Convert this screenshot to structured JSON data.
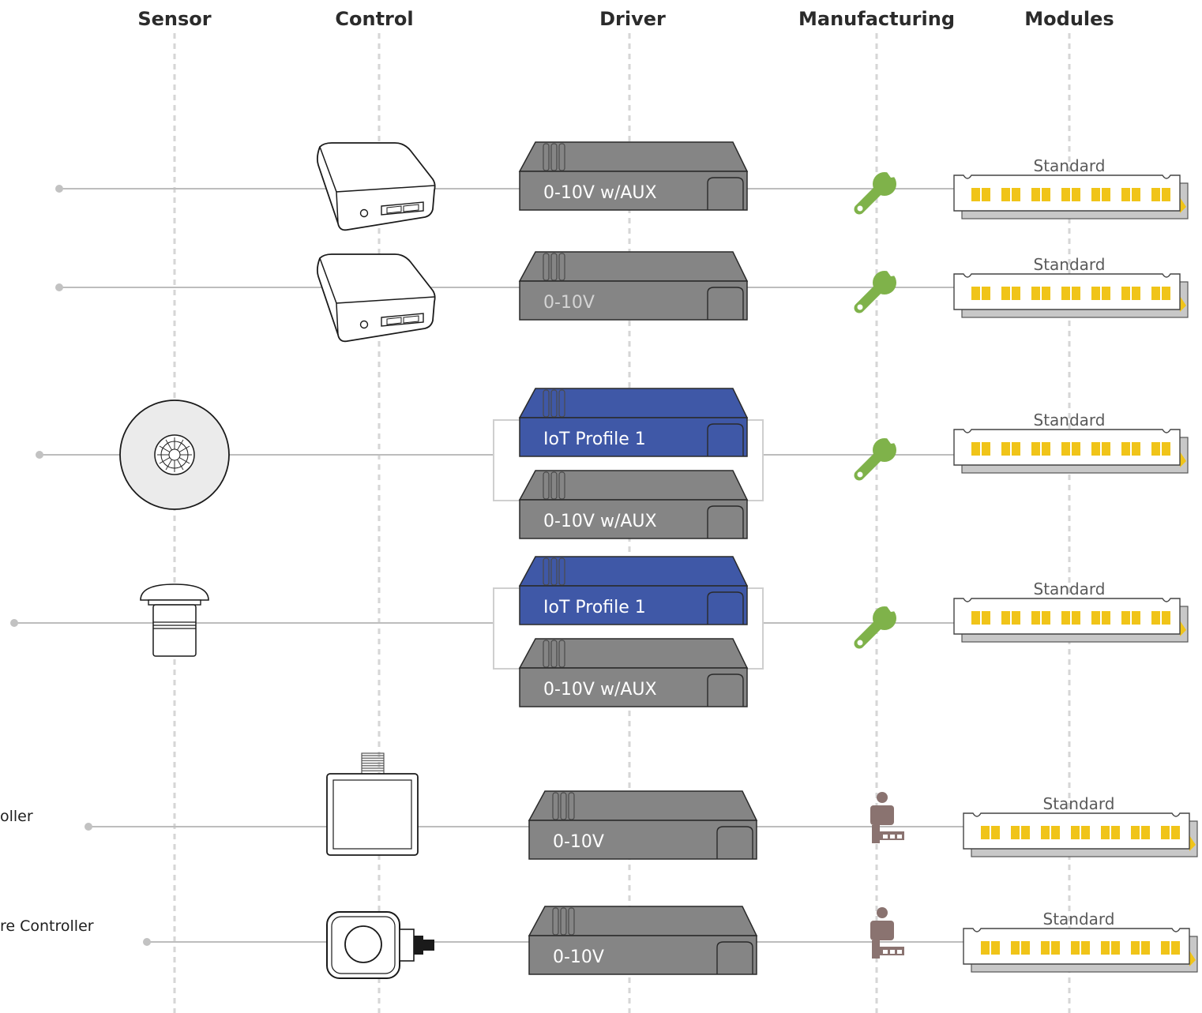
{
  "columns": [
    {
      "id": "sensor",
      "label": "Sensor"
    },
    {
      "id": "control",
      "label": "Control"
    },
    {
      "id": "driver",
      "label": "Driver"
    },
    {
      "id": "manufacturing",
      "label": "Manufacturing"
    },
    {
      "id": "modules",
      "label": "Modules"
    }
  ],
  "rows": [
    {
      "row_label": "",
      "sensor": "none",
      "control": "control-box",
      "drivers": [
        {
          "label": "0-10V w/AUX",
          "variant": "gray"
        }
      ],
      "manufacturing": "wrench-icon",
      "module_label": "Standard"
    },
    {
      "row_label": "",
      "sensor": "none",
      "control": "control-box",
      "drivers": [
        {
          "label": "0-10V",
          "variant": "gray-light"
        }
      ],
      "manufacturing": "wrench-icon",
      "module_label": "Standard"
    },
    {
      "row_label": "",
      "sensor": "ceiling-sensor",
      "control": "none",
      "drivers": [
        {
          "label": "IoT Profile 1",
          "variant": "blue"
        },
        {
          "label": "0-10V w/AUX",
          "variant": "gray"
        }
      ],
      "manufacturing": "wrench-icon",
      "module_label": "Standard"
    },
    {
      "row_label": "",
      "sensor": "mushroom-sensor",
      "control": "none",
      "drivers": [
        {
          "label": "IoT Profile 1",
          "variant": "blue"
        },
        {
          "label": "0-10V w/AUX",
          "variant": "gray"
        }
      ],
      "manufacturing": "wrench-icon",
      "module_label": "Standard"
    },
    {
      "row_label": "oller",
      "sensor": "none",
      "control": "square-antenna-controller",
      "drivers": [
        {
          "label": "0-10V",
          "variant": "gray"
        }
      ],
      "manufacturing": "worker-icon",
      "module_label": "Standard"
    },
    {
      "row_label": "re Controller",
      "sensor": "none",
      "control": "knob-controller",
      "drivers": [
        {
          "label": "0-10V",
          "variant": "gray"
        }
      ],
      "manufacturing": "worker-icon",
      "module_label": "Standard"
    }
  ],
  "colors": {
    "guide": "#d6d6d6",
    "wire": "#bdbdbd",
    "driver_gray": "#858585",
    "driver_blue": "#3f58a7",
    "wrench": "#7fb24a",
    "worker": "#8a7370",
    "led": "#f0c419"
  }
}
